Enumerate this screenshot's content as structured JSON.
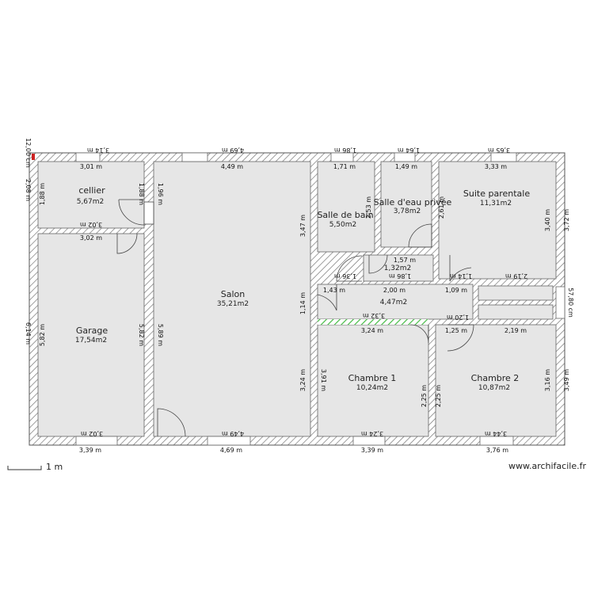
{
  "rooms": [
    {
      "name": "cellier",
      "area": "5,67m2"
    },
    {
      "name": "Garage",
      "area": "17,54m2"
    },
    {
      "name": "Salon",
      "area": "35,21m2"
    },
    {
      "name": "Salle de bain",
      "area": "5,50m2"
    },
    {
      "name": "Salle d'eau privée",
      "area": "3,78m2"
    },
    {
      "name": "Suite parentale",
      "area": "11,31m2"
    },
    {
      "name": "",
      "area": "1,32m2"
    },
    {
      "name": "",
      "area": "4,47m2"
    },
    {
      "name": "Chambre 1",
      "area": "10,24m2"
    },
    {
      "name": "Chambre 2",
      "area": "10,87m2"
    }
  ],
  "dimensions": [
    "3,14 m",
    "4,69 m",
    "1,86 m",
    "1,64 m",
    "3,65 m",
    "3,01 m",
    "4,49 m",
    "1,71 m",
    "1,49 m",
    "3,33 m",
    "3,02 m",
    "3,02 m",
    "1,88 m",
    "1,88 m",
    "1,96 m",
    "5,82 m",
    "5,82 m",
    "5,89 m",
    "6,14 m",
    "12,00 cm",
    "2,08 m",
    "3,47 m",
    "1,14 m",
    "3,24 m",
    "3,16 m",
    "2,53 m",
    "2,61 m",
    "3,40 m",
    "3,72 m",
    "1,43 m",
    "2,00 m",
    "1,09 m",
    "1,57 m",
    "1,36 m",
    "1,86 m",
    "1,14 m",
    "2,19 m",
    "3,32 m",
    "3,24 m",
    "1,25 m",
    "2,19 m",
    "1,20 m",
    "2,25 m",
    "2,25 m",
    "3,49 m",
    "57,80 cm",
    "3,91 m",
    "3,02 m",
    "4,49 m",
    "3,24 m",
    "3,44 m",
    "3,39 m",
    "4,69 m",
    "3,39 m",
    "3,76 m"
  ],
  "scale_label": "1 m",
  "credit": "www.archifacile.fr",
  "colors": {
    "floor": "#e6e6e6",
    "wall": "#ffffff",
    "wall_line": "#555555",
    "highlight": "#44bb44",
    "accent": "#cc2222"
  }
}
